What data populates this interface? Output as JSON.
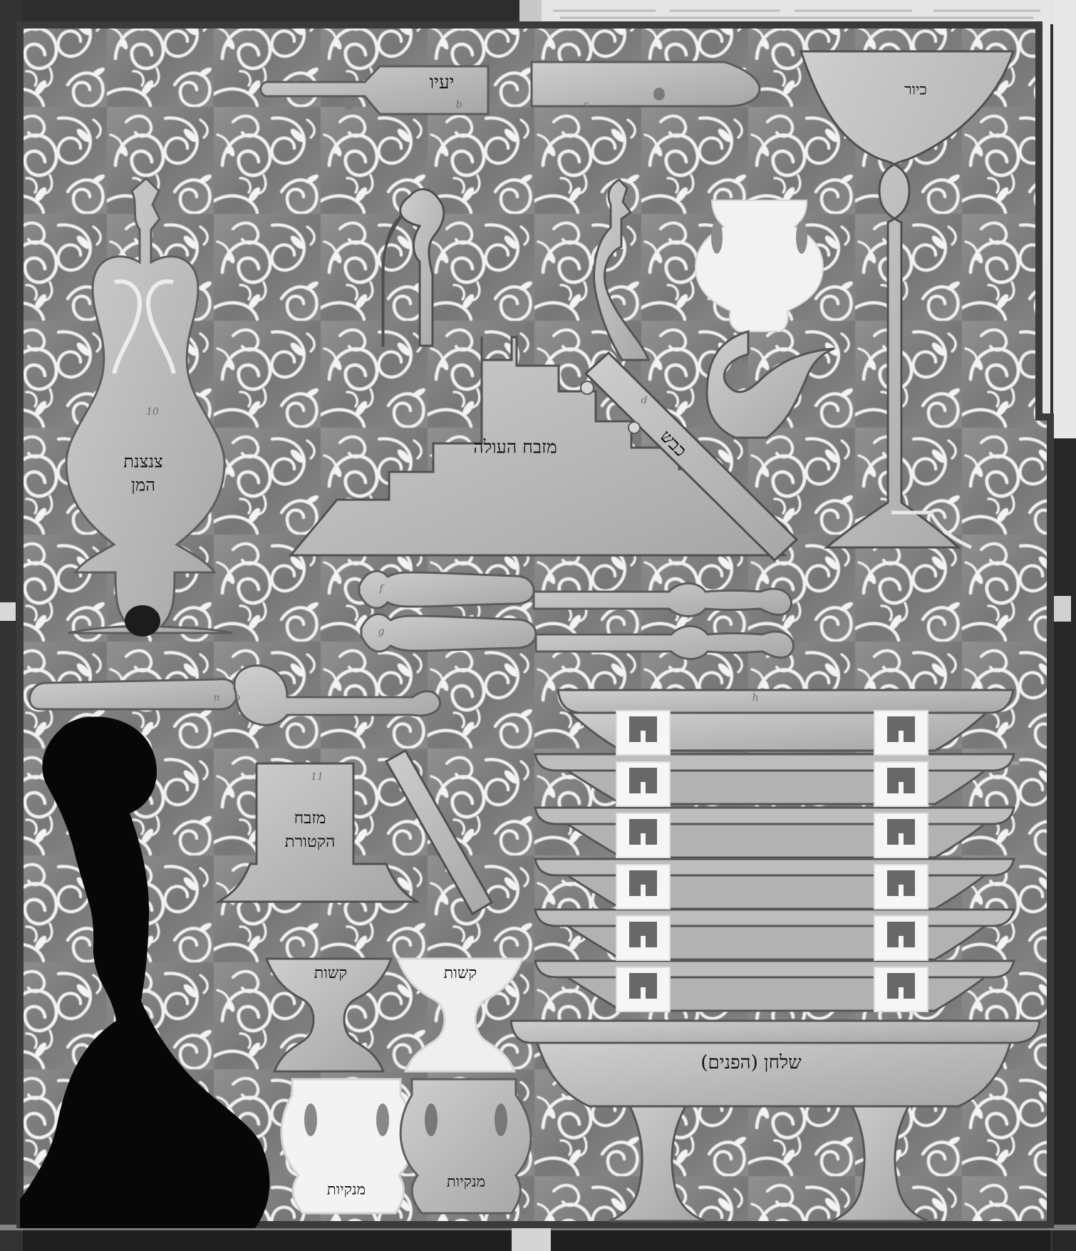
{
  "colors": {
    "paper": "#e8e8e6",
    "frame_dark": "#2c2c2c",
    "field_gray": "#7e7e7e",
    "vessel_gray": "#b9b9b9",
    "light_vessel": "#dfdfdf",
    "white": "#f6f6f6",
    "black_shadow": "#080808"
  },
  "labels": {
    "kiyor": "כיור",
    "yaeh": "יעיו",
    "mizbeach_haolah": "מזבח העולה",
    "kevesh": "כבש",
    "tzintzenet_line1": "צנצנת",
    "tzintzenet_line2": "המן",
    "mizbach_line1": "מזבח",
    "mizbach_line2": "הקטורת",
    "kesot_left": "קשות",
    "kesot_right": "קשות",
    "menakiyot_left": "מנקיות",
    "menakiyot_right": "מנקיות",
    "shulchan": "שלחן (הפנים)"
  },
  "letters": {
    "a": "a",
    "b": "b",
    "c": "c",
    "d": "d",
    "e": "e",
    "f": "f",
    "g": "g",
    "h": "h",
    "n": "n",
    "o": "o",
    "x": "10",
    "xi": "11"
  }
}
